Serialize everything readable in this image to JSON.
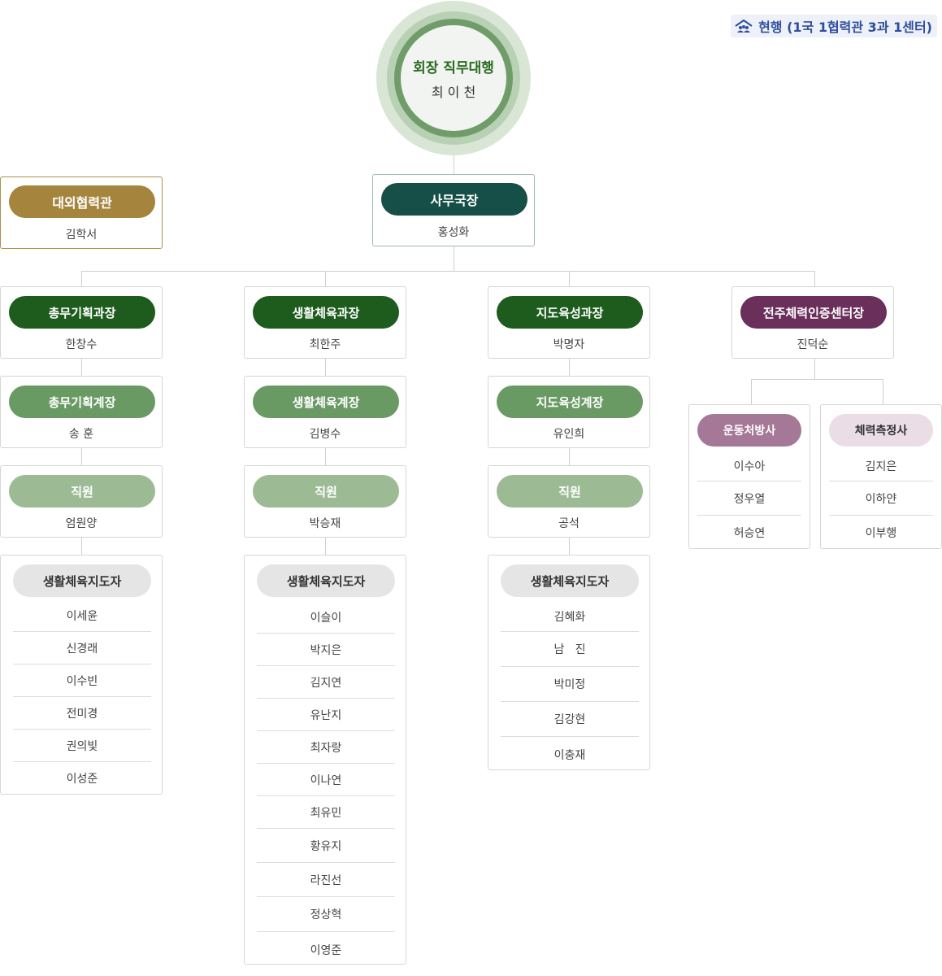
{
  "badge": {
    "label": "현행 (1국 1협력관 3과 1센터)",
    "icon": "home-group-icon"
  },
  "top": {
    "title": "회장 직무대행",
    "name": "최 이 천"
  },
  "secretary": {
    "title": "사무국장",
    "name": "홍성화"
  },
  "external": {
    "title": "대외협력관",
    "name": "김학서"
  },
  "columns": [
    {
      "chief": "총무기획과장",
      "chief_name": "한창수",
      "team": "총무기획계장",
      "team_name": "송  훈",
      "staff": "직원",
      "staff_name": "엄원양",
      "group": "생활체육지도자",
      "members": [
        "이세윤",
        "신경래",
        "이수빈",
        "전미경",
        "권의빛",
        "이성준"
      ]
    },
    {
      "chief": "생활체육과장",
      "chief_name": "최한주",
      "team": "생활체육계장",
      "team_name": "김병수",
      "staff": "직원",
      "staff_name": "박승재",
      "group": "생활체육지도자",
      "members": [
        "이슬이",
        "박지은",
        "김지연",
        "유난지",
        "최자랑",
        "이나연",
        "최유민",
        "황유지",
        "라진선",
        "정상혁",
        "이영준"
      ]
    },
    {
      "chief": "지도육성과장",
      "chief_name": "박명자",
      "team": "지도육성계장",
      "team_name": "유인희",
      "staff": "직원",
      "staff_name": "공석",
      "group": "생활체육지도자",
      "members": [
        "김혜화",
        "남   진",
        "박미정",
        "김강현",
        "이충재"
      ]
    }
  ],
  "center": {
    "title": "전주체력인증센터장",
    "name": "진덕순",
    "sub": [
      {
        "title": "운동처방사",
        "members": [
          "이수아",
          "정우열",
          "허승연"
        ]
      },
      {
        "title": "체력측정사",
        "members": [
          "김지은",
          "이하얀",
          "이부행"
        ]
      }
    ]
  },
  "colors": {
    "dark_green": "#1e5c1e",
    "teal": "#154f48",
    "gold": "#a5853e",
    "mid_green": "#6a9a64",
    "light_green": "#9cbb94",
    "grey": "#e5e5e5",
    "purple": "#6b2f5b",
    "mauve": "#a57898",
    "pink": "#eadde6"
  }
}
